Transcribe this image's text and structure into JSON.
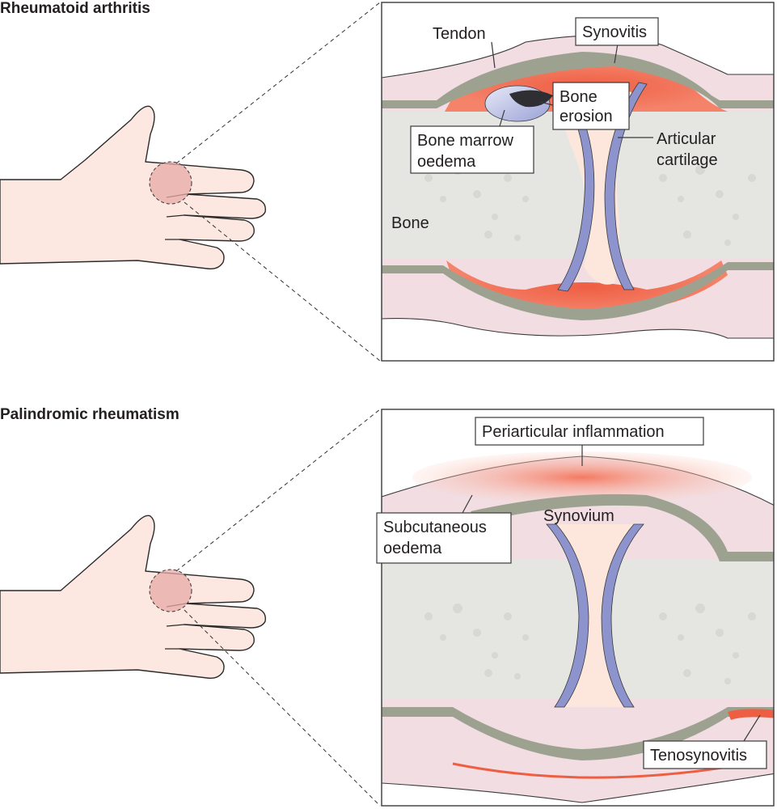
{
  "panels": {
    "ra": {
      "title": "Rheumatoid arthritis",
      "labels": {
        "tendon": "Tendon",
        "synovitis": "Synovitis",
        "bone_erosion_1": "Bone",
        "bone_erosion_2": "erosion",
        "marrow_1": "Bone marrow",
        "marrow_2": "oedema",
        "cartilage_1": "Articular",
        "cartilage_2": "cartilage",
        "bone": "Bone"
      }
    },
    "pr": {
      "title": "Palindromic rheumatism",
      "labels": {
        "periarticular": "Periarticular inflammation",
        "subcut_1": "Subcutaneous",
        "subcut_2": "oedema",
        "synovium": "Synovium",
        "tenosynovitis": "Tenosynovitis"
      }
    }
  },
  "colors": {
    "skin": "#fce8e1",
    "soft_tissue": "#f1dde2",
    "bone": "#e5e6e2",
    "tendon": "#9da290",
    "cartilage": "#8d94cd",
    "synovitis": "#ee5e43",
    "joint_space": "#fde6dc",
    "outline": "#2b2b2b"
  }
}
